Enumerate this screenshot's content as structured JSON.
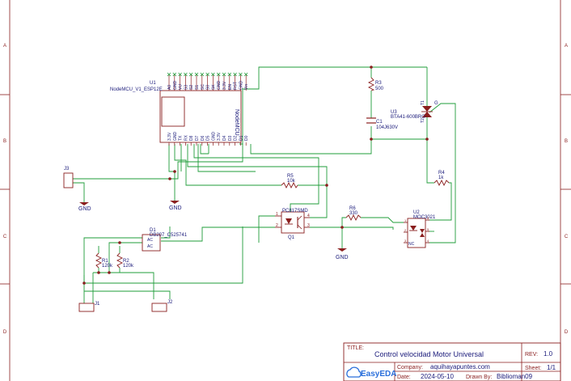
{
  "frame": {
    "row_labels": [
      "A",
      "B",
      "C",
      "D"
    ]
  },
  "components": {
    "u1": {
      "ref": "U1",
      "value": "NodeMCU_V1_ESP12E",
      "body_text": "NodeMCU",
      "top_pins": [
        "A0",
        "GND",
        "VU",
        "S3",
        "S2",
        "S1",
        "SC",
        "S0",
        "SK",
        "GND",
        "3.3V",
        "EN",
        "RST",
        "GND",
        "Vin"
      ],
      "bottom_pins": [
        "D0",
        "D1",
        "D2",
        "D3",
        "D4",
        "3.3V",
        "GND",
        "D5",
        "D6",
        "D7",
        "D8",
        "RX",
        "TX",
        "GND",
        "3.3V"
      ]
    },
    "j3": {
      "ref": "J3"
    },
    "gnd_labels": [
      "GND",
      "GND",
      "GND"
    ],
    "r3": {
      "ref": "R3",
      "value": "500"
    },
    "c1": {
      "ref": "C1",
      "value": "104J630V"
    },
    "u3": {
      "ref": "U3",
      "value": "BTA41-600BRG",
      "pin_t1": "T1",
      "pin_t2": "T2",
      "pin_g": "G"
    },
    "r5": {
      "ref": "R5",
      "value": "10k"
    },
    "r4": {
      "ref": "R4",
      "value": "1k"
    },
    "q1": {
      "ref": "Q1",
      "value": "PC817SMD",
      "pins": [
        "1",
        "2",
        "3",
        "4"
      ]
    },
    "r6": {
      "ref": "R6",
      "value": "330"
    },
    "u2": {
      "ref": "U2",
      "value": "MOC3021",
      "pins": [
        "1",
        "2",
        "3",
        "4",
        "5",
        "6"
      ],
      "nc": "NC"
    },
    "d1": {
      "ref": "D1",
      "value": "DB207_C525741",
      "ac1": "AC",
      "ac2": "AC"
    },
    "r1": {
      "ref": "R1",
      "value": "120k"
    },
    "r2": {
      "ref": "R2",
      "value": "120k"
    },
    "j1": {
      "ref": "J1"
    },
    "j2": {
      "ref": "J2"
    }
  },
  "title_block": {
    "title_label": "TITLE:",
    "title": "Control velocidad Motor Universal",
    "rev_label": "REV:",
    "rev": "1.0",
    "company_label": "Company:",
    "company": "aquihayapuntes.com",
    "sheet_label": "Sheet:",
    "sheet": "1/1",
    "date_label": "Date:",
    "date": "2024-05-10",
    "drawn_label": "Drawn By:",
    "drawn_by": "Biblioman09",
    "logo": "EasyEDA"
  },
  "colors": {
    "frame": "#8a1e1e",
    "wire": "#1f9d3a",
    "part": "#8a1e1e",
    "text": "#1a1a7a"
  }
}
